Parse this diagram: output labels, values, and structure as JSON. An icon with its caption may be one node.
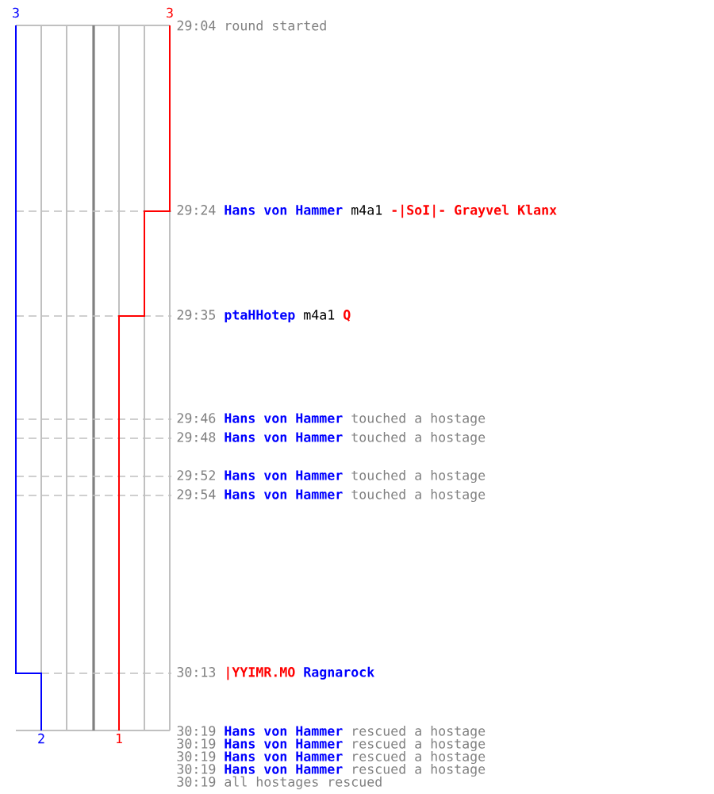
{
  "diagram": {
    "labels": [
      "3",
      "3",
      "29:04",
      "round started",
      "29:24",
      "Hans von Hammer",
      "m4a1",
      "-|SoI|- Grayvel Klanx",
      "29:35",
      "ptaHHotep",
      "m4a1",
      "Q",
      "29:46",
      "Hans von Hammer",
      "touched a hostage",
      "29:48",
      "Hans von Hammer",
      "touched a hostage",
      "29:52",
      "Hans von Hammer",
      "touched a hostage",
      "29:54",
      "Hans von Hammer",
      "touched a hostage",
      "30:13",
      "|YYIMR.MO",
      "Ragnarock",
      "2",
      "1",
      "30:19",
      "Hans von Hammer",
      "rescued a hostage",
      "30:19",
      "Hans von Hammer",
      "rescued a hostage",
      "30:19",
      "Hans von Hammer",
      "rescued a hostage",
      "30:19",
      "Hans von Hammer",
      "rescued a hostage",
      "30:19",
      "all hostages rescued"
    ]
  }
}
